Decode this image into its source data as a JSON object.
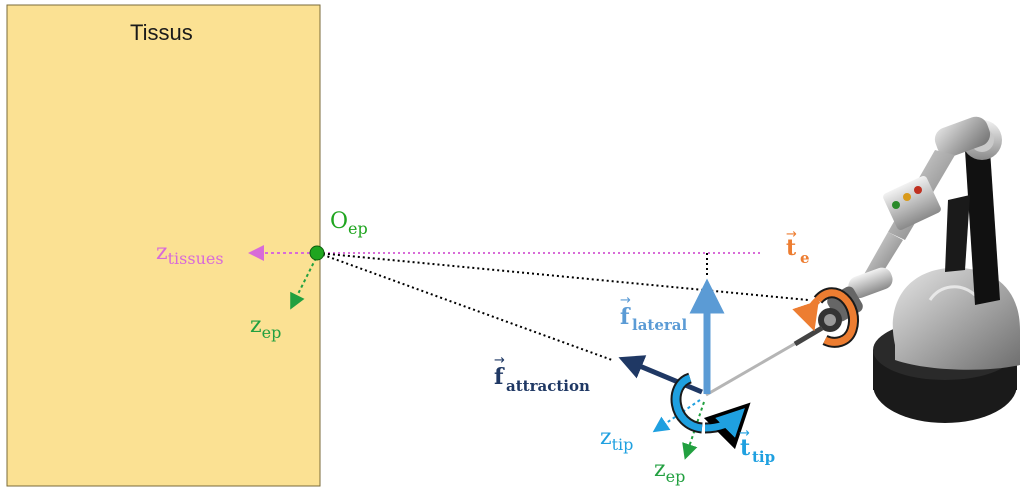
{
  "tissue": {
    "title": "Tissus"
  },
  "origin": {
    "base": "O",
    "sub": "ep"
  },
  "z_tissues": {
    "base": "z",
    "sub": "tissues"
  },
  "z_ep_origin": {
    "base": "z",
    "sub": "ep"
  },
  "f_lateral": {
    "base": "f",
    "sub": "lateral"
  },
  "f_attraction": {
    "base": "f",
    "sub": "attraction"
  },
  "t_e": {
    "base": "t",
    "sub": "e"
  },
  "z_tip": {
    "base": "z",
    "sub": "tip"
  },
  "z_ep_tip": {
    "base": "z",
    "sub": "ep"
  },
  "t_tip": {
    "base": "t",
    "sub": "tip"
  },
  "colors": {
    "tissue_fill": "#fbe193",
    "tissue_stroke": "#7a6a3a",
    "origin_green": "#1fa51f",
    "z_tissues_pink": "#d86bd8",
    "f_lateral_blue": "#5b9bd5",
    "f_attraction_navy": "#1f3864",
    "t_e_orange": "#ed7d31",
    "t_tip_cyan": "#1fa0e0",
    "z_ep_green": "#22a040"
  }
}
